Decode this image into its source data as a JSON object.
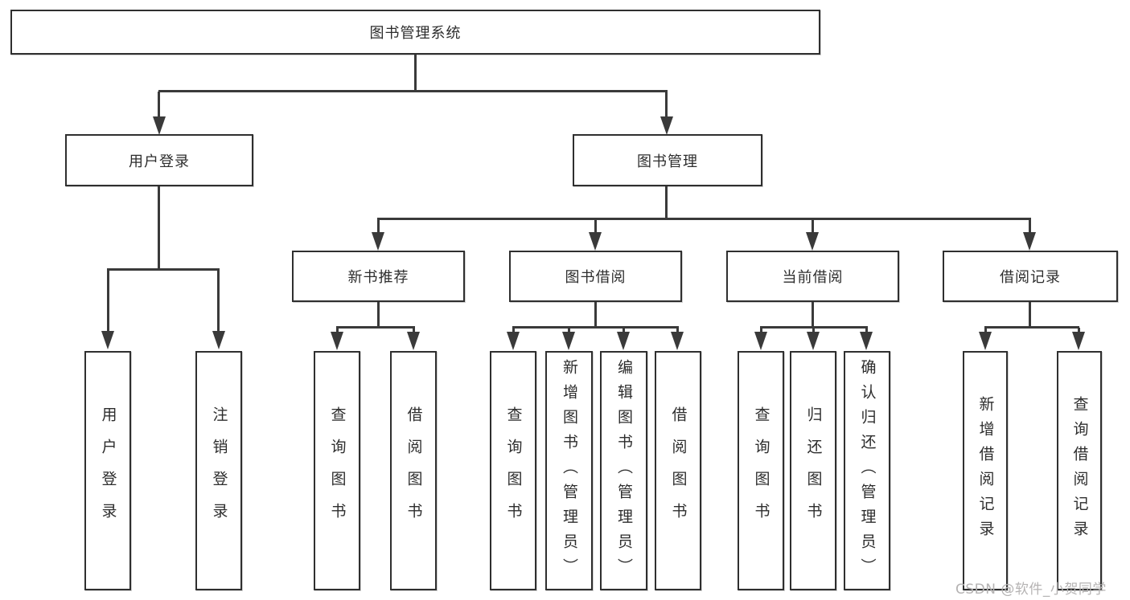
{
  "colors": {
    "line": "#3a3a3a",
    "border": "#2f2f2f",
    "text": "#2d2d2d",
    "background": "#ffffff",
    "watermark": "#b5b3b3"
  },
  "watermark": "CSDN @软件_小贺同学",
  "nodes": {
    "root": "图书管理系统",
    "user_login": "用户登录",
    "book_management": "图书管理",
    "new_book_recommend": "新书推荐",
    "book_borrow": "图书借阅",
    "current_borrow": "当前借阅",
    "borrow_records": "借阅记录",
    "leaf_user_login": "用户登录",
    "leaf_logout": "注销登录",
    "leaf_rec_query": "查询图书",
    "leaf_rec_borrow": "借阅图书",
    "leaf_bb_query": "查询图书",
    "leaf_bb_add": "新增图书（管理员）",
    "leaf_bb_edit": "编辑图书（管理员）",
    "leaf_bb_borrow": "借阅图书",
    "leaf_cb_query": "查询图书",
    "leaf_cb_return": "归还图书",
    "leaf_cb_confirm": "确认归还（管理员）",
    "leaf_br_add": "新增借阅记录",
    "leaf_br_query": "查询借阅记录"
  }
}
